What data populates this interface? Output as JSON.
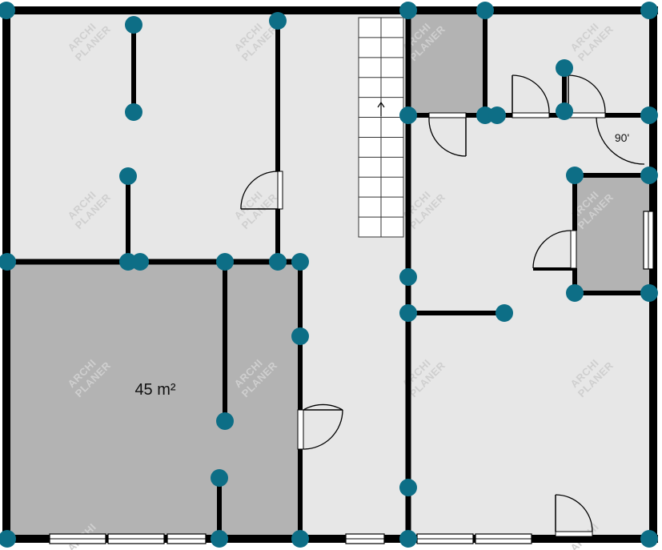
{
  "watermark": {
    "line1": "ARCHI",
    "line2": "PLANER"
  },
  "rooms": [
    {
      "id": "room-bottom-left",
      "area_label": "45 m²",
      "fill": "#b3b3b3"
    },
    {
      "id": "storage-top",
      "area_label": "",
      "fill": "#b3b3b3"
    },
    {
      "id": "storage-right",
      "area_label": "",
      "fill": "#b3b3b3"
    }
  ],
  "angle_label": "90'",
  "colors": {
    "floor": "#e7e7e7",
    "dark_room": "#b3b3b3",
    "wall": "#000000",
    "node": "#0d6e86",
    "watermark": "#cfcfcf"
  },
  "stairs": {
    "step_count": 11,
    "direction": "up"
  }
}
